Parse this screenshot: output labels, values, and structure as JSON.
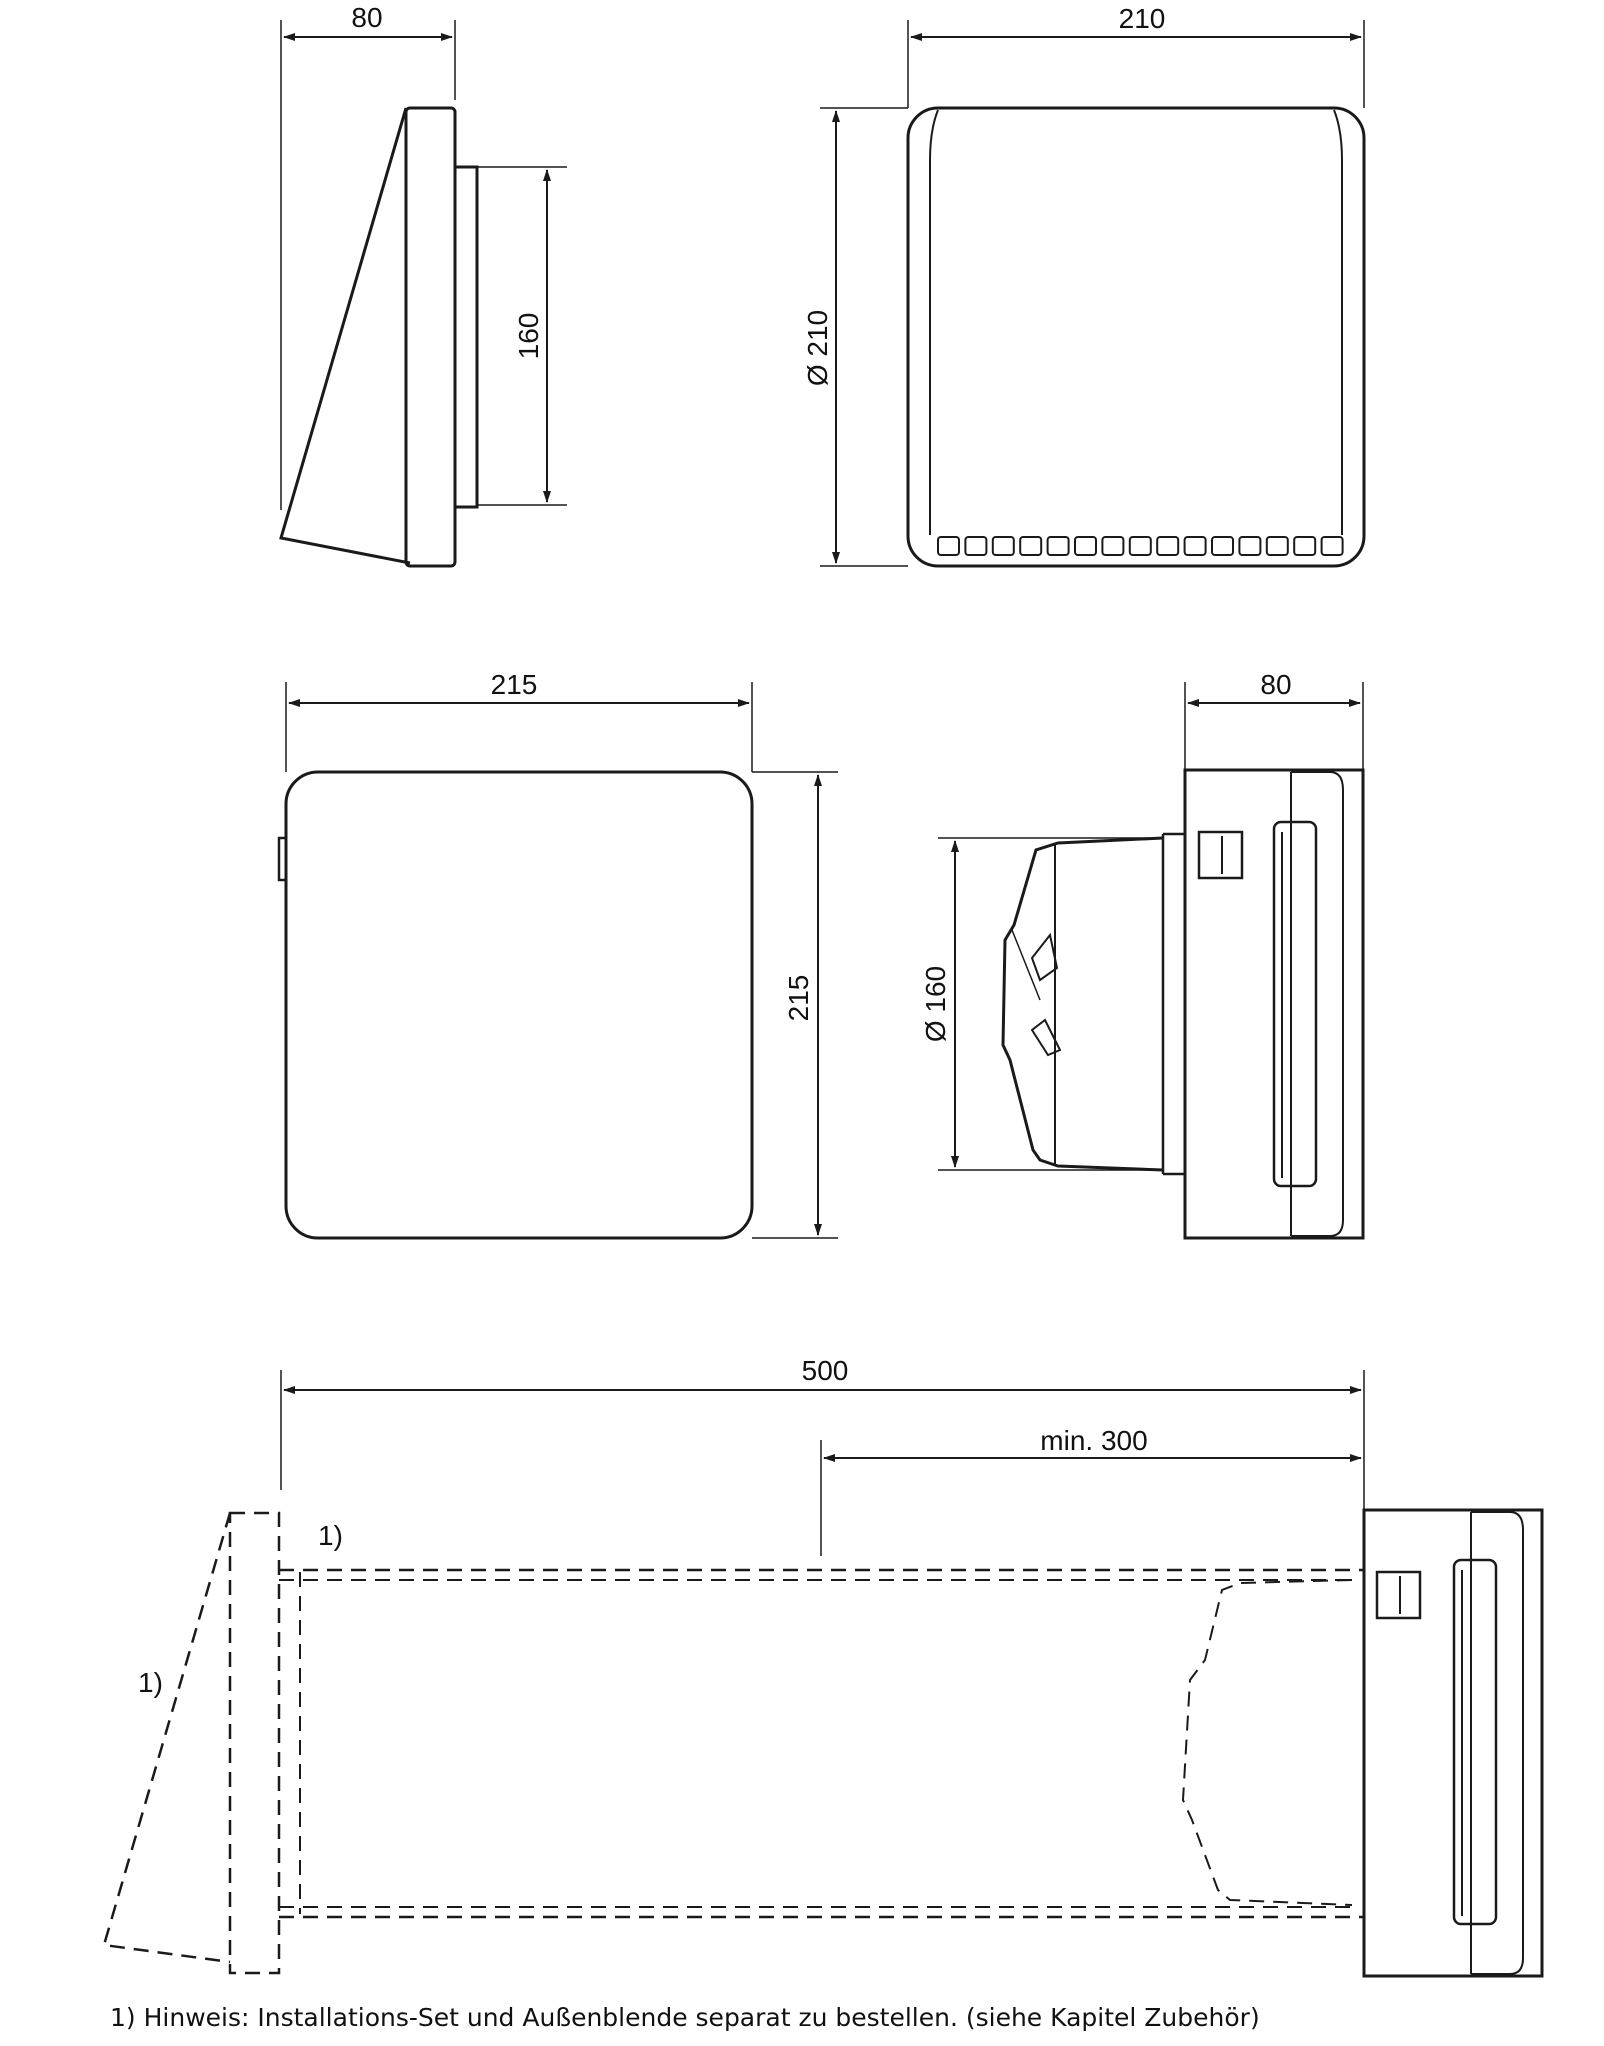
{
  "dimensions": {
    "side_view_width": "80",
    "side_view_height": "160",
    "front_outer_width": "210",
    "front_outer_diameter": "Ø 210",
    "front_inner_width": "215",
    "front_inner_height": "215",
    "side_inner_depth": "80",
    "side_inner_diameter": "Ø 160",
    "total_length": "500",
    "min_length": "min. 300"
  },
  "labels": {
    "marker_top": "1)",
    "marker_left": "1)"
  },
  "note": "1) Hinweis: Installations-Set und Außenblende separat zu bestellen. (siehe Kapitel Zubehör)"
}
